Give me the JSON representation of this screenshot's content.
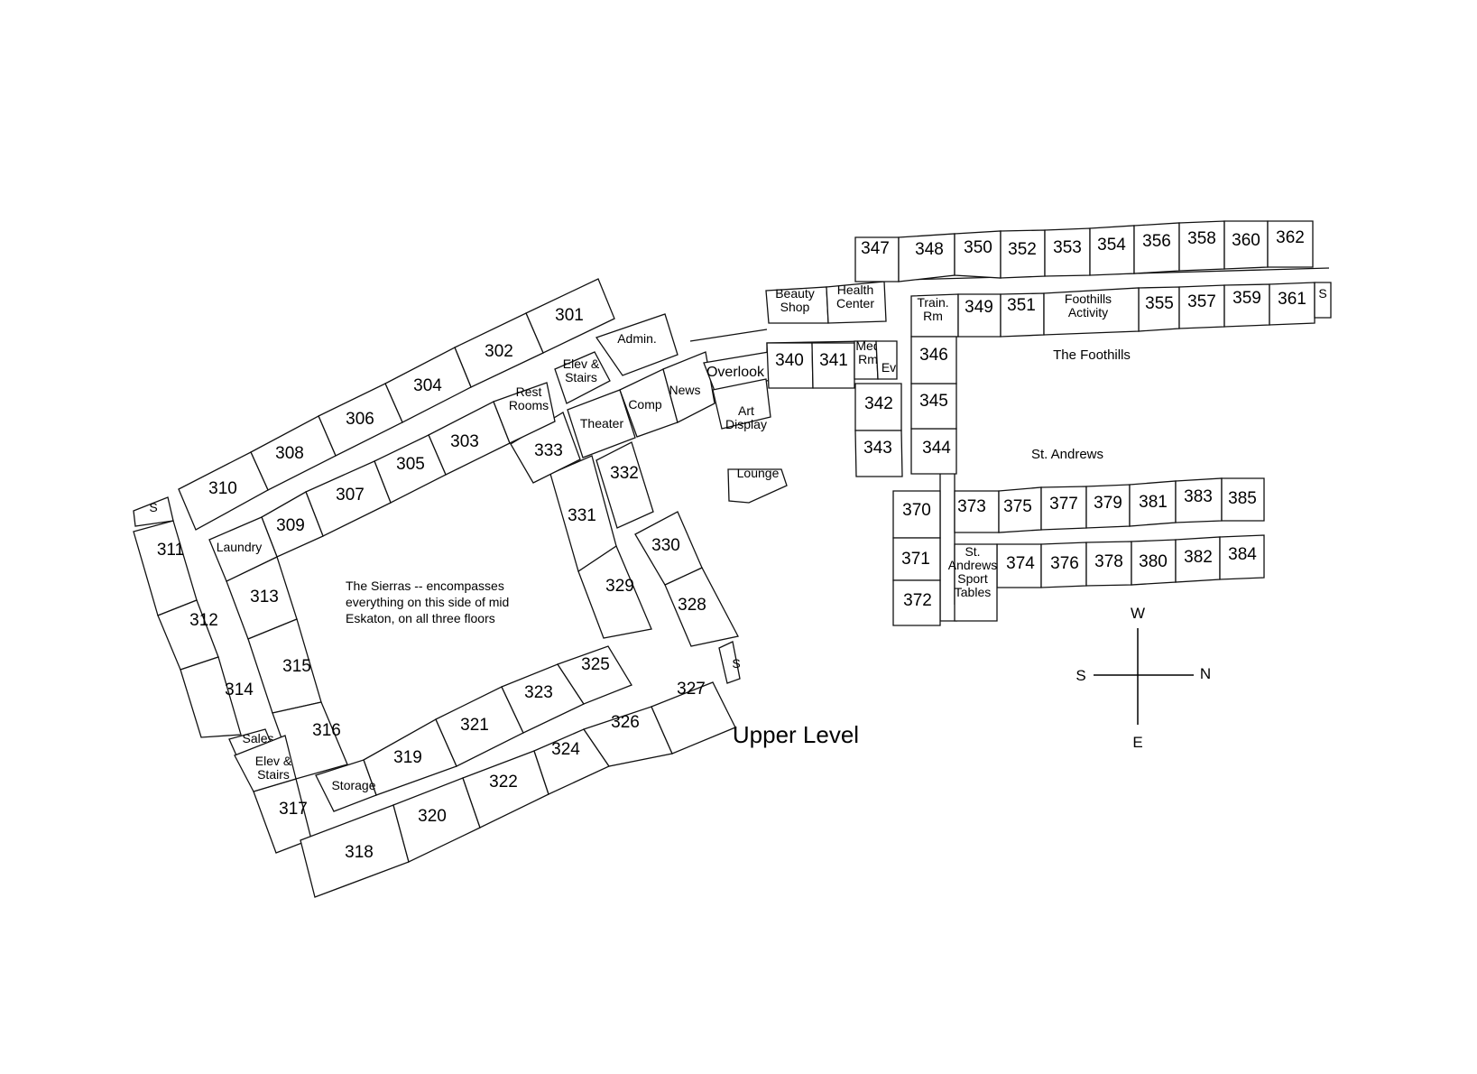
{
  "level_title": "Upper Level",
  "wing_notes": {
    "sierras": [
      "The Sierras -- encompasses",
      "everything on this side of mid",
      "Eskaton, on all three floors"
    ],
    "foothills": "The Foothills",
    "st_andrews": "St. Andrews"
  },
  "compass": {
    "west": "W",
    "south": "S",
    "north": "N",
    "east": "E"
  },
  "colors": {
    "line": "#111111",
    "background": "#ffffff",
    "text": "#000000"
  },
  "rooms": [
    {
      "id": "r301",
      "text": [
        "301"
      ]
    },
    {
      "id": "r302",
      "text": [
        "302"
      ]
    },
    {
      "id": "r303",
      "text": [
        "303"
      ]
    },
    {
      "id": "r304",
      "text": [
        "304"
      ]
    },
    {
      "id": "r305",
      "text": [
        "305"
      ]
    },
    {
      "id": "r306",
      "text": [
        "306"
      ]
    },
    {
      "id": "r307",
      "text": [
        "307"
      ]
    },
    {
      "id": "r308",
      "text": [
        "308"
      ]
    },
    {
      "id": "r309",
      "text": [
        "309"
      ]
    },
    {
      "id": "r310",
      "text": [
        "310"
      ]
    },
    {
      "id": "r311",
      "text": [
        "311"
      ]
    },
    {
      "id": "r312",
      "text": [
        "312"
      ]
    },
    {
      "id": "r313",
      "text": [
        "313"
      ]
    },
    {
      "id": "r314",
      "text": [
        "314"
      ]
    },
    {
      "id": "r315",
      "text": [
        "315"
      ]
    },
    {
      "id": "r316",
      "text": [
        "316"
      ]
    },
    {
      "id": "r317",
      "text": [
        "317"
      ]
    },
    {
      "id": "r318",
      "text": [
        "318"
      ]
    },
    {
      "id": "r319",
      "text": [
        "319"
      ]
    },
    {
      "id": "r320",
      "text": [
        "320"
      ]
    },
    {
      "id": "r321",
      "text": [
        "321"
      ]
    },
    {
      "id": "r322",
      "text": [
        "322"
      ]
    },
    {
      "id": "r323",
      "text": [
        "323"
      ]
    },
    {
      "id": "r324",
      "text": [
        "324"
      ]
    },
    {
      "id": "r325",
      "text": [
        "325"
      ]
    },
    {
      "id": "r326",
      "text": [
        "326"
      ]
    },
    {
      "id": "r327",
      "text": [
        "327"
      ]
    },
    {
      "id": "r328",
      "text": [
        "328"
      ]
    },
    {
      "id": "r329",
      "text": [
        "329"
      ]
    },
    {
      "id": "r330",
      "text": [
        "330"
      ]
    },
    {
      "id": "r331",
      "text": [
        "331"
      ]
    },
    {
      "id": "r332",
      "text": [
        "332"
      ]
    },
    {
      "id": "r333",
      "text": [
        "333"
      ]
    },
    {
      "id": "laundry",
      "text": [
        "Laundry"
      ]
    },
    {
      "id": "sales",
      "text": [
        "Sales"
      ]
    },
    {
      "id": "elev-west",
      "text": [
        "Elev &",
        "Stairs"
      ]
    },
    {
      "id": "storage",
      "text": [
        "Storage"
      ]
    },
    {
      "id": "stairs-nw",
      "text": [
        "S"
      ]
    },
    {
      "id": "stairs-se",
      "text": [
        "S"
      ]
    },
    {
      "id": "rest-rooms",
      "text": [
        "Rest",
        "Rooms"
      ]
    },
    {
      "id": "elev-north",
      "text": [
        "Elev &",
        "Stairs"
      ]
    },
    {
      "id": "admin",
      "text": [
        "Admin."
      ]
    },
    {
      "id": "theater",
      "text": [
        "Theater"
      ]
    },
    {
      "id": "comp",
      "text": [
        "Comp"
      ]
    },
    {
      "id": "news",
      "text": [
        "News"
      ]
    },
    {
      "id": "overlook",
      "text": [
        "Overlook"
      ]
    },
    {
      "id": "art-display",
      "text": [
        "Art",
        "Display"
      ]
    },
    {
      "id": "lounge",
      "text": [
        "Lounge"
      ]
    },
    {
      "id": "beauty-shop",
      "text": [
        "Beauty",
        "Shop"
      ]
    },
    {
      "id": "health-center",
      "text": [
        "Health",
        "Center"
      ]
    },
    {
      "id": "r340",
      "text": [
        "340"
      ]
    },
    {
      "id": "r341",
      "text": [
        "341"
      ]
    },
    {
      "id": "med-rm",
      "text": [
        "Med",
        "Rm"
      ]
    },
    {
      "id": "ev",
      "text": [
        "Ev"
      ]
    },
    {
      "id": "r342",
      "text": [
        "342"
      ]
    },
    {
      "id": "r343",
      "text": [
        "343"
      ]
    },
    {
      "id": "train-rm",
      "text": [
        "Train.",
        "Rm"
      ]
    },
    {
      "id": "r344",
      "text": [
        "344"
      ]
    },
    {
      "id": "r345",
      "text": [
        "345"
      ]
    },
    {
      "id": "r346",
      "text": [
        "346"
      ]
    },
    {
      "id": "r347",
      "text": [
        "347"
      ]
    },
    {
      "id": "r348",
      "text": [
        "348"
      ]
    },
    {
      "id": "r349",
      "text": [
        "349"
      ]
    },
    {
      "id": "r350",
      "text": [
        "350"
      ]
    },
    {
      "id": "r351",
      "text": [
        "351"
      ]
    },
    {
      "id": "r352",
      "text": [
        "352"
      ]
    },
    {
      "id": "r353",
      "text": [
        "353"
      ]
    },
    {
      "id": "r354",
      "text": [
        "354"
      ]
    },
    {
      "id": "r355",
      "text": [
        "355"
      ]
    },
    {
      "id": "r356",
      "text": [
        "356"
      ]
    },
    {
      "id": "r357",
      "text": [
        "357"
      ]
    },
    {
      "id": "r358",
      "text": [
        "358"
      ]
    },
    {
      "id": "r359",
      "text": [
        "359"
      ]
    },
    {
      "id": "r360",
      "text": [
        "360"
      ]
    },
    {
      "id": "r361",
      "text": [
        "361"
      ]
    },
    {
      "id": "r362",
      "text": [
        "362"
      ]
    },
    {
      "id": "foothills-activity",
      "text": [
        "Foothills",
        "Activity"
      ]
    },
    {
      "id": "stairs-ne",
      "text": [
        "S"
      ]
    },
    {
      "id": "r370",
      "text": [
        "370"
      ]
    },
    {
      "id": "r371",
      "text": [
        "371"
      ]
    },
    {
      "id": "r372",
      "text": [
        "372"
      ]
    },
    {
      "id": "r373",
      "text": [
        "373"
      ]
    },
    {
      "id": "r374",
      "text": [
        "374"
      ]
    },
    {
      "id": "r375",
      "text": [
        "375"
      ]
    },
    {
      "id": "r376",
      "text": [
        "376"
      ]
    },
    {
      "id": "r377",
      "text": [
        "377"
      ]
    },
    {
      "id": "r378",
      "text": [
        "378"
      ]
    },
    {
      "id": "r379",
      "text": [
        "379"
      ]
    },
    {
      "id": "r380",
      "text": [
        "380"
      ]
    },
    {
      "id": "r381",
      "text": [
        "381"
      ]
    },
    {
      "id": "r382",
      "text": [
        "382"
      ]
    },
    {
      "id": "r383",
      "text": [
        "383"
      ]
    },
    {
      "id": "r384",
      "text": [
        "384"
      ]
    },
    {
      "id": "r385",
      "text": [
        "385"
      ]
    },
    {
      "id": "sport-tables",
      "text": [
        "St.",
        "Andrews",
        "Sport",
        "Tables"
      ]
    }
  ]
}
